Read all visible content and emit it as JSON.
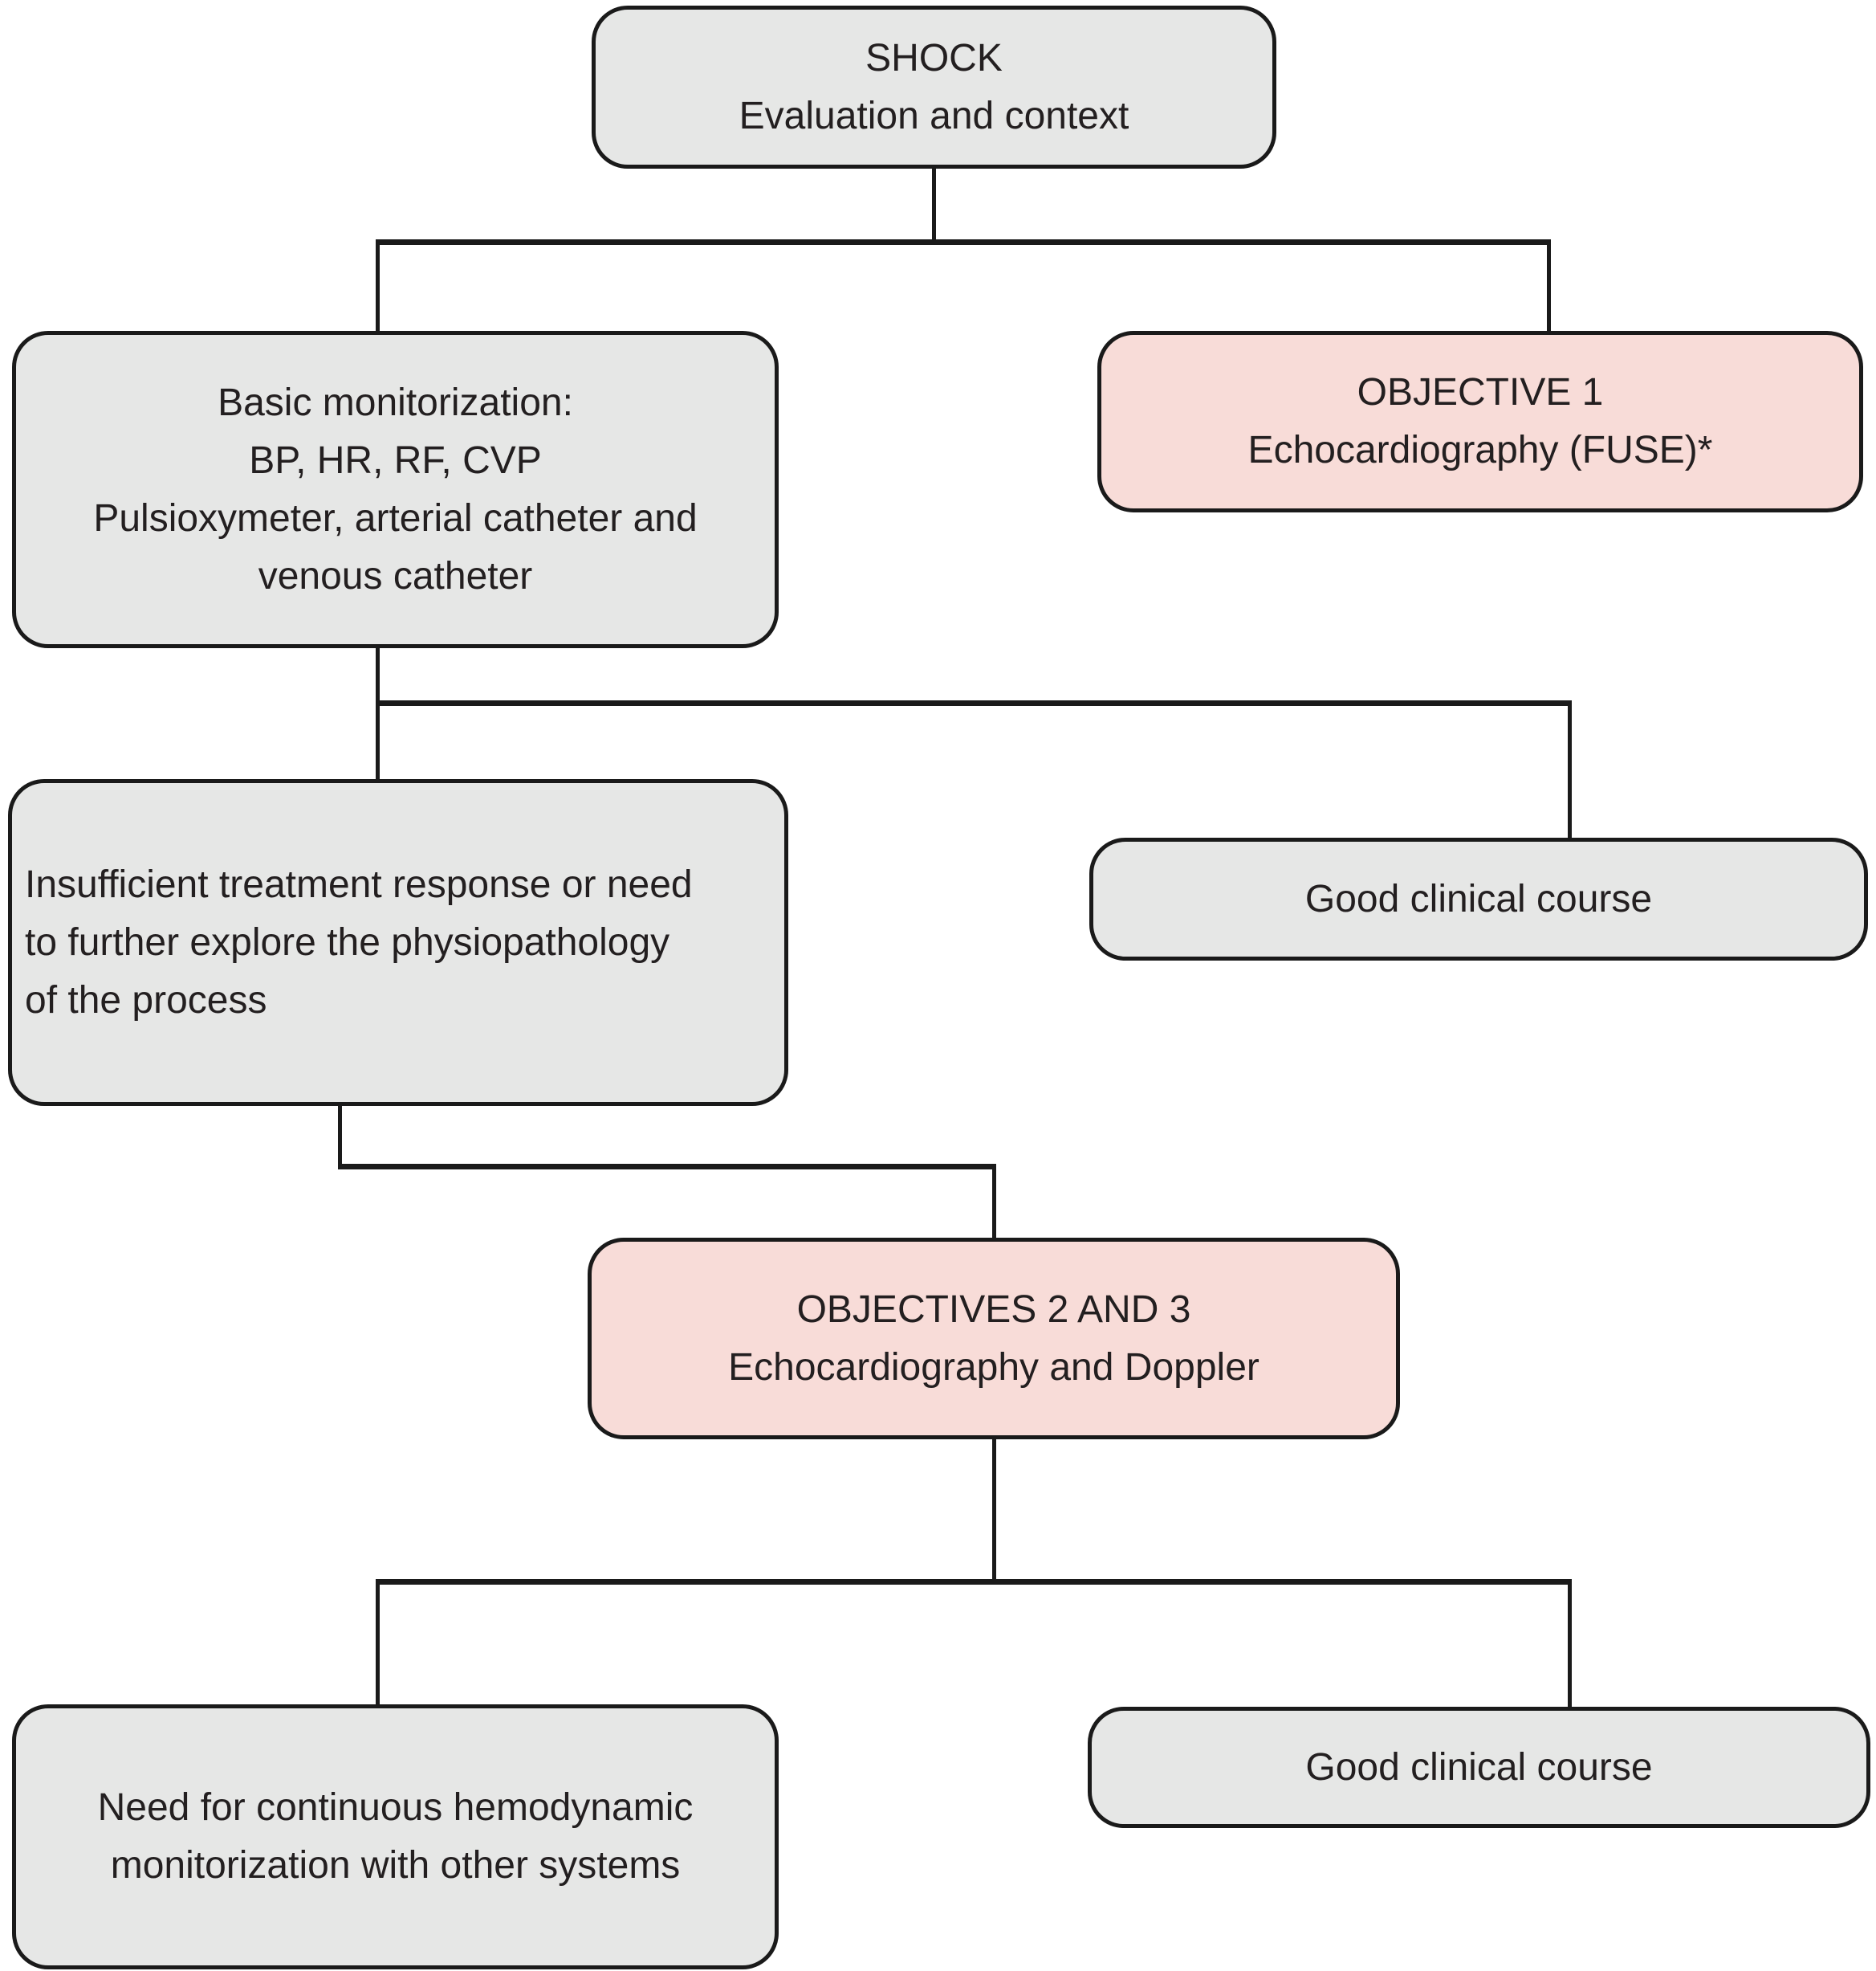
{
  "flowchart": {
    "description": "Shock evaluation flowchart with echocardiography objectives",
    "nodes": {
      "shock": {
        "label": "SHOCK\nEvaluation and context",
        "fill": "gray"
      },
      "basic": {
        "label": "Basic monitorization:\nBP, HR, RF, CVP\nPulsioxymeter, arterial catheter and\nvenous catheter",
        "fill": "gray"
      },
      "objective1": {
        "label": "OBJECTIVE 1\nEchocardiography (FUSE)*",
        "fill": "pink"
      },
      "insufficient": {
        "label": "Insufficient treatment response or need\nto further explore the physiopathology\nof the process",
        "fill": "gray"
      },
      "good1": {
        "label": "Good clinical course",
        "fill": "gray"
      },
      "objectives23": {
        "label": "OBJECTIVES 2 AND 3\nEchocardiography and Doppler",
        "fill": "pink"
      },
      "need": {
        "label": "Need for continuous hemodynamic\nmonitorization with other systems",
        "fill": "gray"
      },
      "good2": {
        "label": "Good clinical course",
        "fill": "gray"
      }
    },
    "edges": [
      {
        "from": "shock",
        "to": "basic"
      },
      {
        "from": "shock",
        "to": "objective1"
      },
      {
        "from": "basic",
        "to": "insufficient"
      },
      {
        "from": "basic",
        "to": "good1"
      },
      {
        "from": "insufficient",
        "to": "objectives23"
      },
      {
        "from": "objectives23",
        "to": "need"
      },
      {
        "from": "objectives23",
        "to": "good2"
      }
    ]
  },
  "colors": {
    "gray": "#e6e7e6",
    "pink": "#f8dcd8",
    "line": "#1a1a1a",
    "border": "#1a1a1a",
    "text": "#231f20",
    "background": "#ffffff"
  }
}
